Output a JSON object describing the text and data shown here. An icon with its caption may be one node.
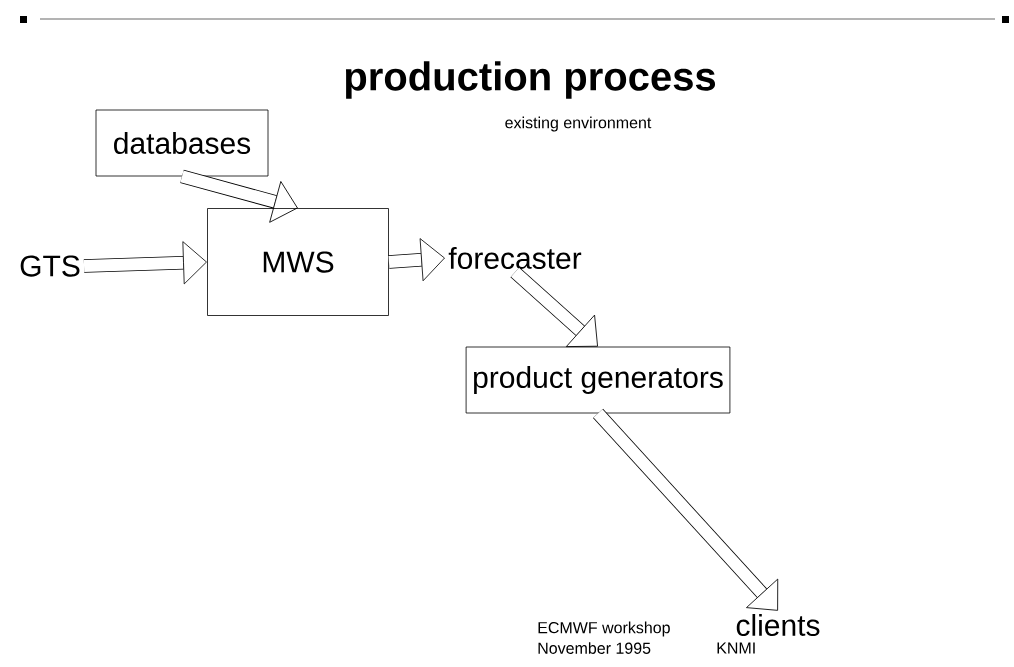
{
  "diagram": {
    "title": "production process",
    "nodes": [
      {
        "text": [
          "databases"
        ]
      },
      {
        "text": [
          "MWS"
        ]
      },
      {
        "text": [
          "GTS"
        ]
      },
      {
        "text": [
          "forecaster"
        ]
      },
      {
        "text": [
          "product generators"
        ]
      },
      {
        "text": [
          "clients"
        ]
      }
    ],
    "edges": [
      {
        "from": 0,
        "to": 1,
        "arrow": "to"
      },
      {
        "from": 2,
        "to": 1,
        "arrow": "to"
      },
      {
        "from": 1,
        "to": 3,
        "arrow": "to"
      },
      {
        "from": 3,
        "to": 4,
        "arrow": "to"
      },
      {
        "from": 4,
        "to": 5,
        "arrow": "to"
      }
    ],
    "labels": [
      "existing environment",
      "ECMWF workshop",
      "November 1995",
      "KNMI"
    ]
  }
}
